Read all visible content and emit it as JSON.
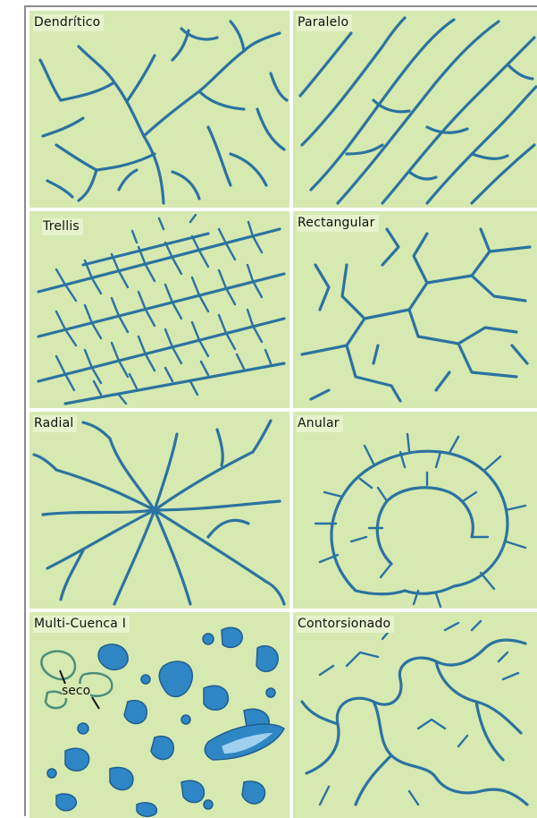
{
  "panels": [
    {
      "id": "dendritico",
      "label": "Dendrítico"
    },
    {
      "id": "paralelo",
      "label": "Paralelo"
    },
    {
      "id": "trellis",
      "label": "Trellis"
    },
    {
      "id": "rectangular",
      "label": "Rectangular"
    },
    {
      "id": "radial",
      "label": "Radial"
    },
    {
      "id": "anular",
      "label": "Anular"
    },
    {
      "id": "multi-cuenca",
      "label": "Multi-Cuenca I"
    },
    {
      "id": "contorsionado",
      "label": "Contorsionado"
    }
  ],
  "annotation": {
    "seco": "seco"
  },
  "colors": {
    "background": "#d6e9b1",
    "river": "#2b73a0",
    "lake": "#2f86c5"
  }
}
